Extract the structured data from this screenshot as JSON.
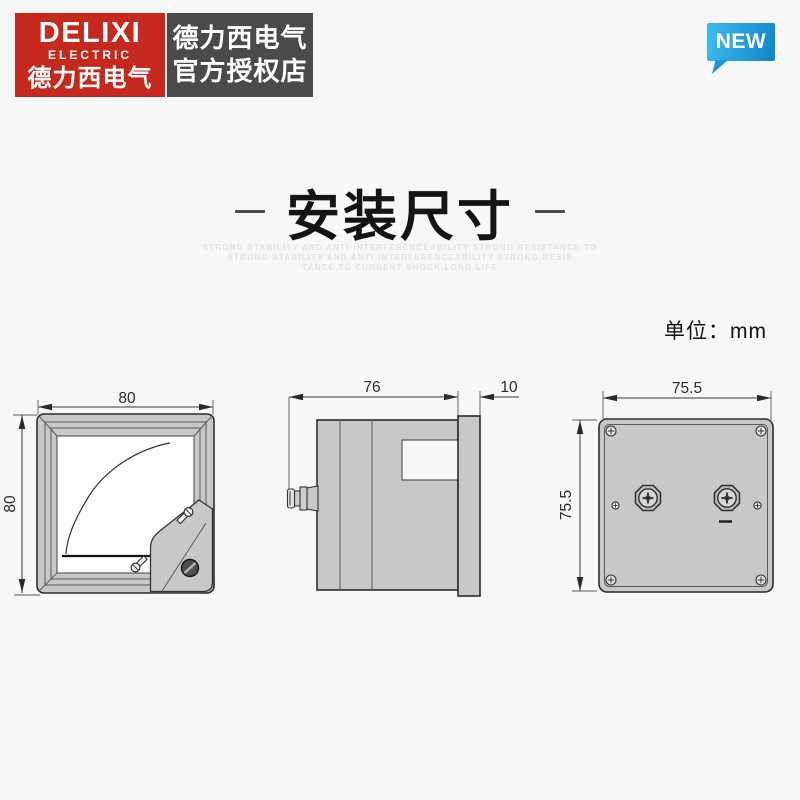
{
  "brand_header": {
    "logo": {
      "name_en": "DELIXI",
      "sub_en": "ELECTRIC",
      "name_cn": "德力西电气"
    },
    "store_badge": {
      "line1": "德力西电气",
      "line2": "官方授权店"
    },
    "new_badge": {
      "label": "NEW"
    }
  },
  "title": {
    "text": "安装尺寸"
  },
  "watermark": {
    "line1": "STRONG STABILITY AND ANTI-INTERFERENCEABILITY STRONG RESISTANCE TO",
    "line2": "STRONG STABILITY AND ANTI-INTERFERENCEABILITY STRONG RESIS",
    "line3": "TANCE TO CURRENT SHOCK LONG LIFE"
  },
  "unit_note": "单位：mm",
  "diagrams": {
    "front_view": {
      "width_mm": "80",
      "height_mm": "80"
    },
    "side_view": {
      "depth_mm": "76",
      "flange_mm": "10"
    },
    "back_view": {
      "width_mm": "75.5",
      "height_mm": "75.5"
    }
  },
  "colors": {
    "background": "#f7f7f7",
    "brand_red": "#c5281c",
    "store_gray": "#4a4a4a",
    "badge_blue_from": "#3ebcee",
    "badge_blue_to": "#1184ca",
    "drawing_fill": "#c8c8c8",
    "line_dark": "#2b2b2b"
  }
}
